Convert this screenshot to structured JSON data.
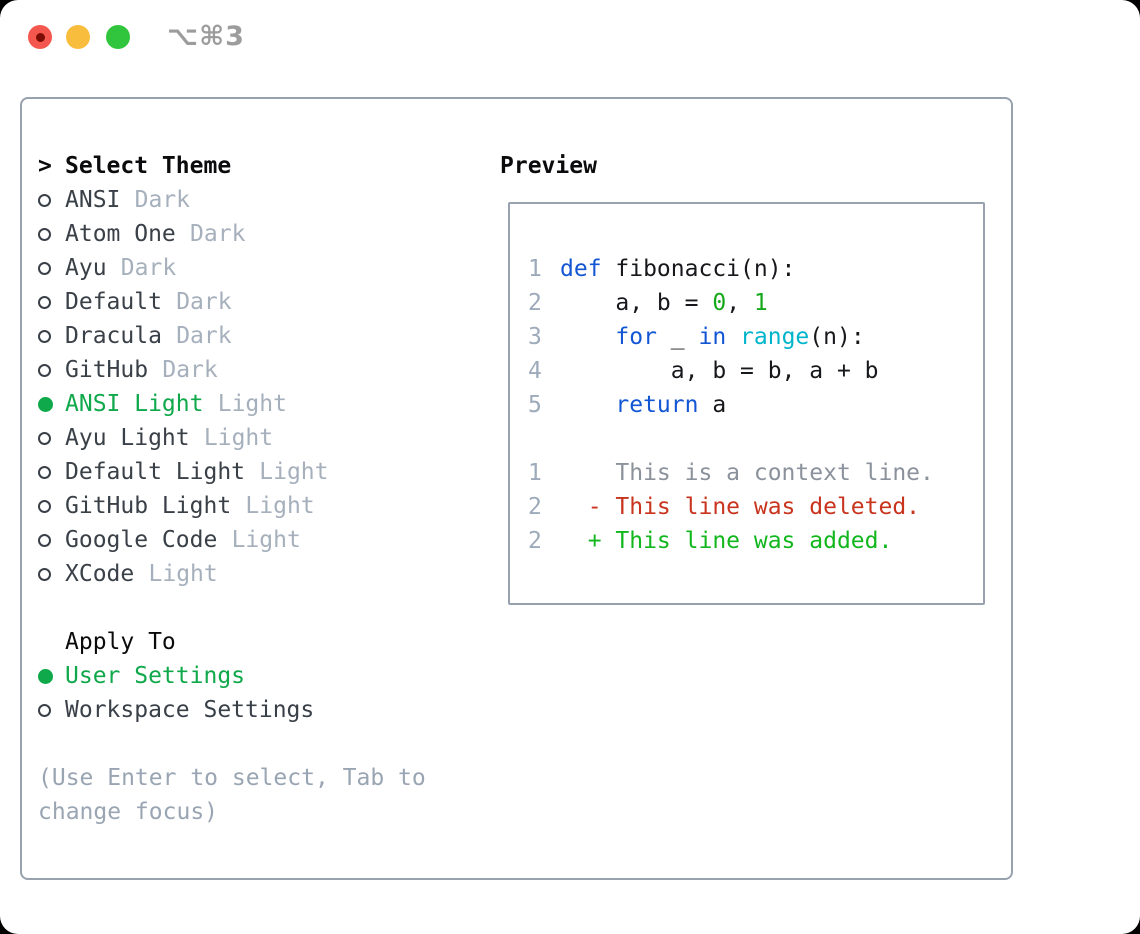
{
  "window": {
    "shortcut_label": "⌥⌘3"
  },
  "picker": {
    "prompt": ">",
    "title": "Select Theme",
    "themes": [
      {
        "name": "ANSI",
        "variant": "Dark",
        "selected": false
      },
      {
        "name": "Atom One",
        "variant": "Dark",
        "selected": false
      },
      {
        "name": "Ayu",
        "variant": "Dark",
        "selected": false
      },
      {
        "name": "Default",
        "variant": "Dark",
        "selected": false
      },
      {
        "name": "Dracula",
        "variant": "Dark",
        "selected": false
      },
      {
        "name": "GitHub",
        "variant": "Dark",
        "selected": false
      },
      {
        "name": "ANSI Light",
        "variant": "Light",
        "selected": true
      },
      {
        "name": "Ayu Light",
        "variant": "Light",
        "selected": false
      },
      {
        "name": "Default Light",
        "variant": "Light",
        "selected": false
      },
      {
        "name": "GitHub Light",
        "variant": "Light",
        "selected": false
      },
      {
        "name": "Google Code",
        "variant": "Light",
        "selected": false
      },
      {
        "name": "XCode",
        "variant": "Light",
        "selected": false
      }
    ],
    "apply_to": {
      "title": "Apply To",
      "options": [
        {
          "label": "User Settings",
          "selected": true
        },
        {
          "label": "Workspace Settings",
          "selected": false
        }
      ]
    },
    "hint_lines": [
      "(Use Enter to select, Tab to",
      "change focus)"
    ]
  },
  "preview": {
    "title": "Preview",
    "lines": [
      {
        "num": "1",
        "segs": [
          [
            "def",
            "kw"
          ],
          [
            " fibonacci(n):",
            "fg"
          ]
        ]
      },
      {
        "num": "2",
        "segs": [
          [
            "    a, b = ",
            "fg"
          ],
          [
            "0",
            "num"
          ],
          [
            ", ",
            "fg"
          ],
          [
            "1",
            "num"
          ]
        ]
      },
      {
        "num": "3",
        "segs": [
          [
            "    ",
            "fg"
          ],
          [
            "for",
            "kw"
          ],
          [
            " _ ",
            "fg"
          ],
          [
            "in",
            "kw"
          ],
          [
            " ",
            "fg"
          ],
          [
            "range",
            "bi"
          ],
          [
            "(n):",
            "fg"
          ]
        ]
      },
      {
        "num": "4",
        "segs": [
          [
            "        a, b = b, a + b",
            "fg"
          ]
        ]
      },
      {
        "num": "5",
        "segs": [
          [
            "    ",
            "fg"
          ],
          [
            "return",
            "kw"
          ],
          [
            " a",
            "fg"
          ]
        ]
      },
      {
        "num": "",
        "segs": []
      },
      {
        "num": "1",
        "segs": [
          [
            "    This is a context line.",
            "ctx"
          ]
        ]
      },
      {
        "num": "2",
        "segs": [
          [
            "  - This line was deleted.",
            "del"
          ]
        ]
      },
      {
        "num": "2",
        "segs": [
          [
            "  + This line was added.",
            "add"
          ]
        ]
      }
    ]
  },
  "colors": {
    "accent": "#0fa84a",
    "heading": "#0b0b0d",
    "item": "#3a4047",
    "tag": "#a6b0bc",
    "hint": "#9aa5b3",
    "border": "#98a2ae",
    "kw": "#1356d4",
    "bi": "#00b5cb",
    "numc": "#15a81a",
    "fg": "#17181b",
    "gutter": "#9daaba",
    "ctx": "#8b929c",
    "del": "#c8341e",
    "add": "#12b71e",
    "tl_red": "#f4574e",
    "tl_red_dot": "#7b0d04",
    "tl_yellow": "#f9bd3d",
    "tl_green": "#30c53c",
    "shortcut": "#9c9c9c"
  }
}
